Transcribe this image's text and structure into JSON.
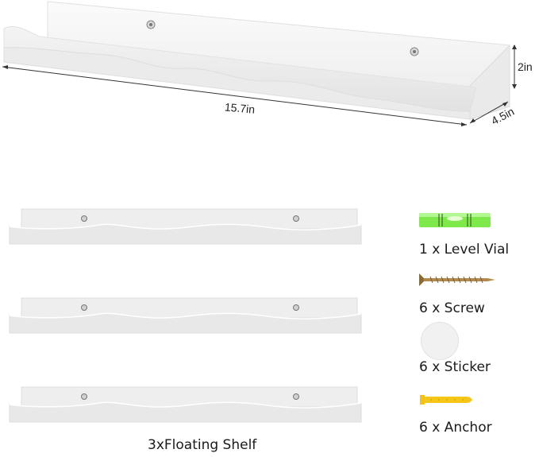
{
  "hero_shelf": {
    "dimensions": {
      "length": "15.7in",
      "height": "2in",
      "depth": "4.5in"
    }
  },
  "shelves": {
    "count": 3,
    "caption": "3xFloating Shelf"
  },
  "parts": [
    {
      "icon": "level-vial-icon",
      "label": "1 x Level Vial"
    },
    {
      "icon": "screw-icon",
      "label": "6 x Screw"
    },
    {
      "icon": "sticker-icon",
      "label": "6 x Sticker"
    },
    {
      "icon": "anchor-icon",
      "label": "6 x Anchor"
    }
  ],
  "colors": {
    "shelf": "#f2f2f2",
    "shelf_shade": "#e4e4e4",
    "vial_green": "#8ef05a",
    "screw_brass": "#a8844a",
    "anchor_yellow": "#f5c518"
  }
}
